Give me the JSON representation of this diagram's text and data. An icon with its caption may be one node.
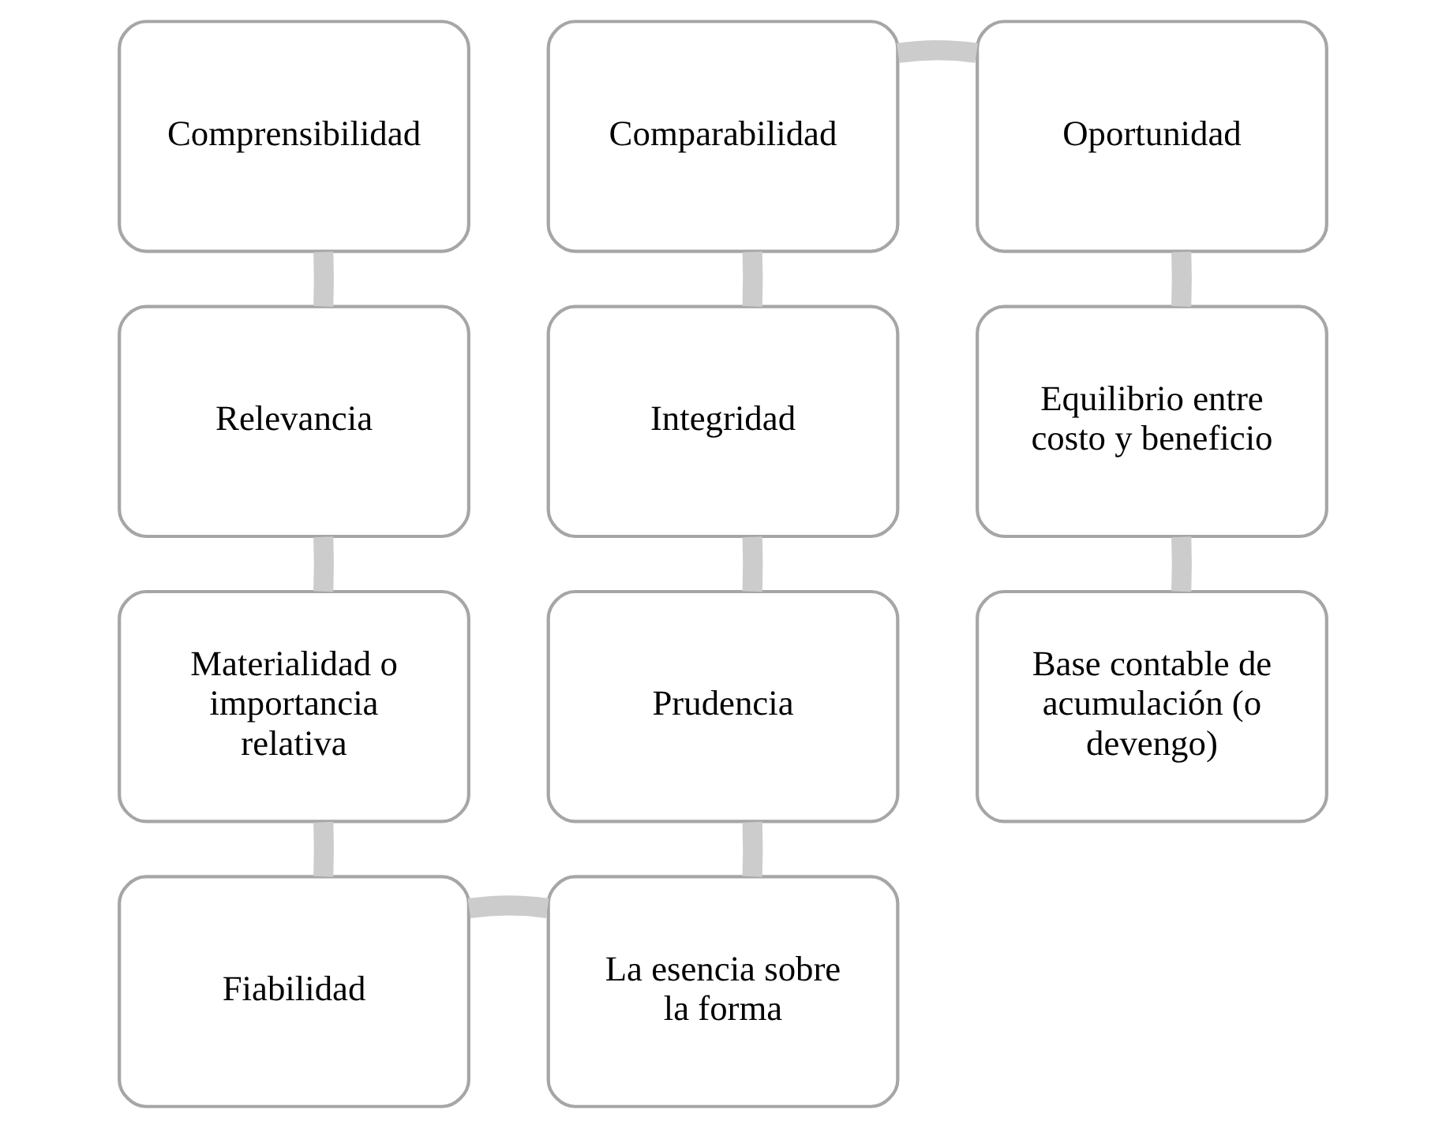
{
  "diagram": {
    "nodes": [
      {
        "text": [
          "Comprensibilidad"
        ]
      },
      {
        "text": [
          "Relevancia"
        ]
      },
      {
        "text": [
          "Materialidad o importancia relativa"
        ]
      },
      {
        "text": [
          "Fiabilidad"
        ]
      },
      {
        "text": [
          "La esencia sobre la forma"
        ]
      },
      {
        "text": [
          "Prudencia"
        ]
      },
      {
        "text": [
          "Integridad"
        ]
      },
      {
        "text": [
          "Comparabilidad"
        ]
      },
      {
        "text": [
          "Oportunidad"
        ]
      },
      {
        "text": [
          "Equilibrio entre costo y beneficio"
        ]
      },
      {
        "text": [
          "Base contable de acumulación (o devengo)"
        ]
      }
    ],
    "edges": [
      {
        "from": 0,
        "to": 1,
        "arrow": "none"
      },
      {
        "from": 1,
        "to": 2,
        "arrow": "none"
      },
      {
        "from": 2,
        "to": 3,
        "arrow": "none"
      },
      {
        "from": 3,
        "to": 4,
        "arrow": "none"
      },
      {
        "from": 4,
        "to": 5,
        "arrow": "none"
      },
      {
        "from": 5,
        "to": 6,
        "arrow": "none"
      },
      {
        "from": 6,
        "to": 7,
        "arrow": "none"
      },
      {
        "from": 7,
        "to": 8,
        "arrow": "none"
      },
      {
        "from": 8,
        "to": 9,
        "arrow": "none"
      },
      {
        "from": 9,
        "to": 10,
        "arrow": "none"
      }
    ]
  }
}
